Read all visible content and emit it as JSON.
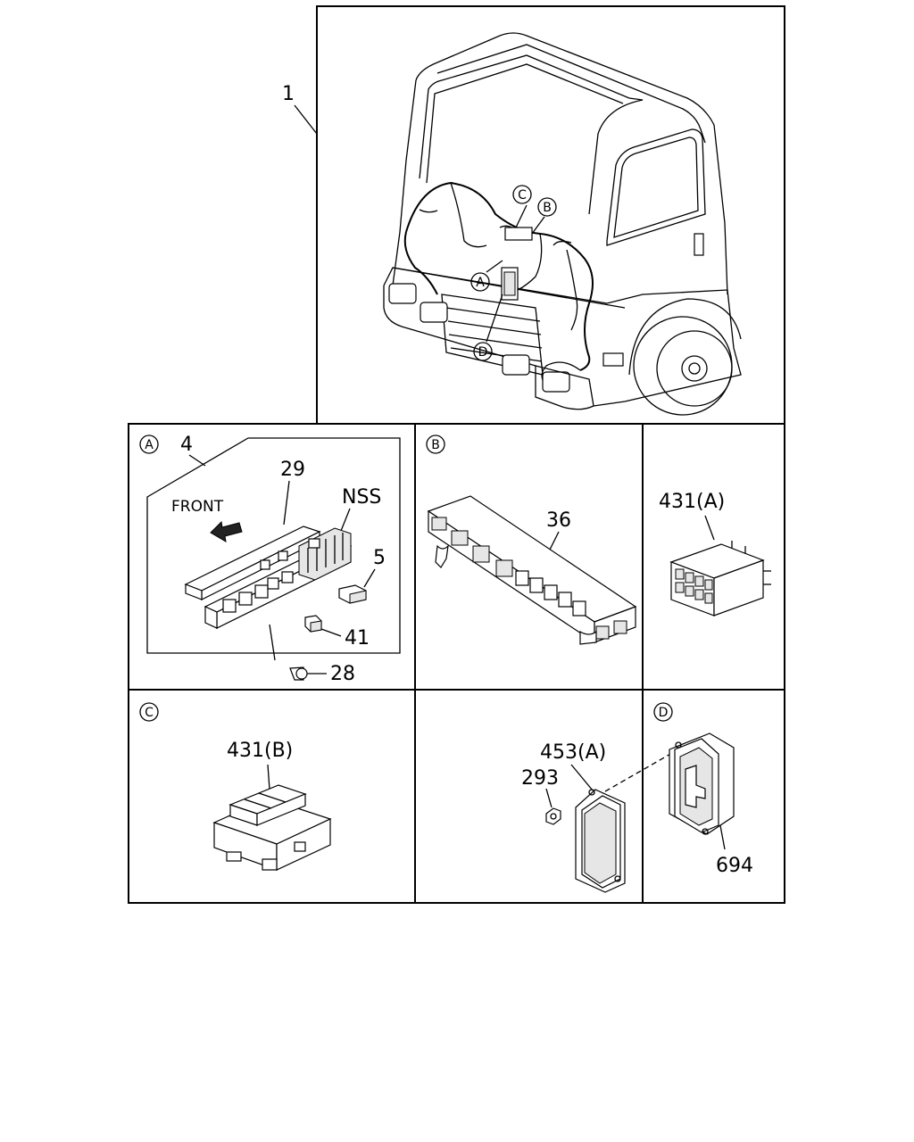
{
  "callouts": {
    "main_harness": "1",
    "view_a_relay_box": "4",
    "view_a_bracket": "29",
    "view_a_nss": "NSS",
    "view_a_relay": "5",
    "view_a_small_relay": "41",
    "view_a_bolt": "28",
    "view_a_front": "FRONT",
    "view_b_fuse_box": "36",
    "connector_431a": "431(A)",
    "connector_431b": "431(B)",
    "cover_453a": "453(A)",
    "nut_293": "293",
    "module_694": "694"
  },
  "view_markers": {
    "a": "A",
    "b": "B",
    "c": "C",
    "d": "D"
  }
}
